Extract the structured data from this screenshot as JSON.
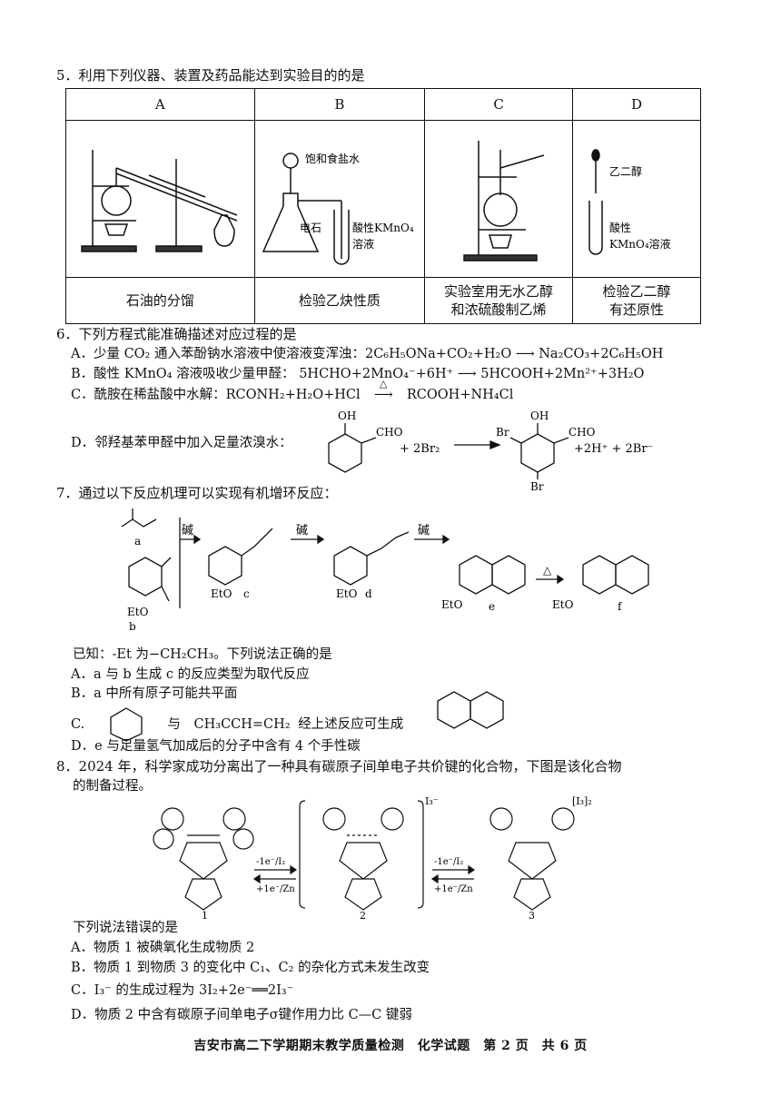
{
  "q5": {
    "stem": "5．利用下列仪器、装置及药品能达到实验目的的是",
    "headers": [
      "A",
      "B",
      "C",
      "D"
    ],
    "captions": [
      "石油的分馏",
      "检验乙炔性质",
      "实验室用无水乙醇\n和浓硫酸制乙烯",
      "检验乙二醇\n有还原性"
    ],
    "labels": {
      "b_top": "饱和食盐水",
      "b_left": "电石",
      "b_right1": "酸性KMnO₄",
      "b_right2": "溶液",
      "d_top": "乙二醇",
      "d_mid1": "酸性",
      "d_mid2": "KMnO₄溶液"
    }
  },
  "q6": {
    "stem": "6．下列方程式能准确描述对应过程的是",
    "A": "A．少量 CO₂ 通入苯酚钠水溶液中使溶液变浑浊：2C₆H₅ONa+CO₂+H₂O ⟶ Na₂CO₃+2C₆H₅OH",
    "B": "B．酸性 KMnO₄ 溶液吸收少量甲醛： 5HCHO+2MnO₄⁻+6H⁺ ⟶ 5HCOOH+2Mn²⁺+3H₂O",
    "C_left": "C．酰胺在稀盐酸中水解：RCONH₂+H₂O+HCl",
    "C_arrow": "△",
    "C_right": "RCOOH+NH₄Cl",
    "D_text": "D．邻羟基苯甲醛中加入足量浓溴水：",
    "D_plus": "+ 2Br₂",
    "D_products": "+2H⁺ + 2Br⁻",
    "D_oh": "OH",
    "D_cho": "CHO",
    "D_br": "Br"
  },
  "q7": {
    "stem": "7．通过以下反应机理可以实现有机增环反应：",
    "base": "碱",
    "heat": "△",
    "compounds": [
      "a",
      "b",
      "c",
      "d",
      "e",
      "f"
    ],
    "eto": "EtO",
    "known": "已知：-Et 为−CH₂CH₃。下列说法正确的是",
    "A": "A．a 与 b 生成 c 的反应类型为取代反应",
    "B": "B．a 中所有原子可能共平面",
    "C_prefix": "C.",
    "C_with": "与",
    "C_reagent": "CH₃CCH=CH₂",
    "C_suffix": "经上述反应可生成",
    "D": "D．e 与足量氢气加成后的分子中含有 4 个手性碳"
  },
  "q8": {
    "stem1": "8．2024 年，科学家成功分离出了一种具有碳原子间单电子共价键的化合物，下图是该化合物",
    "stem2": "的制备过程。",
    "forward": "-1e⁻/I₂",
    "backward": "+1e⁻/Zn",
    "numbers": [
      "1",
      "2",
      "3"
    ],
    "counterion2": "I₃⁻",
    "counterion3": "[I₃]₂",
    "q": "下列说法错误的是",
    "A": "A．物质 1 被碘氧化生成物质 2",
    "B": "B．物质 1 到物质 3 的变化中 C₁、C₂ 的杂化方式未发生改变",
    "C": "C．I₃⁻ 的生成过程为 3I₂+2e⁻══2I₃⁻",
    "D": "D．物质 2 中含有碳原子间单电子σ键作用力比 C—C 键弱"
  },
  "footer": "吉安市高二下学期期末教学质量检测　化学试题　第 2 页　共 6 页"
}
